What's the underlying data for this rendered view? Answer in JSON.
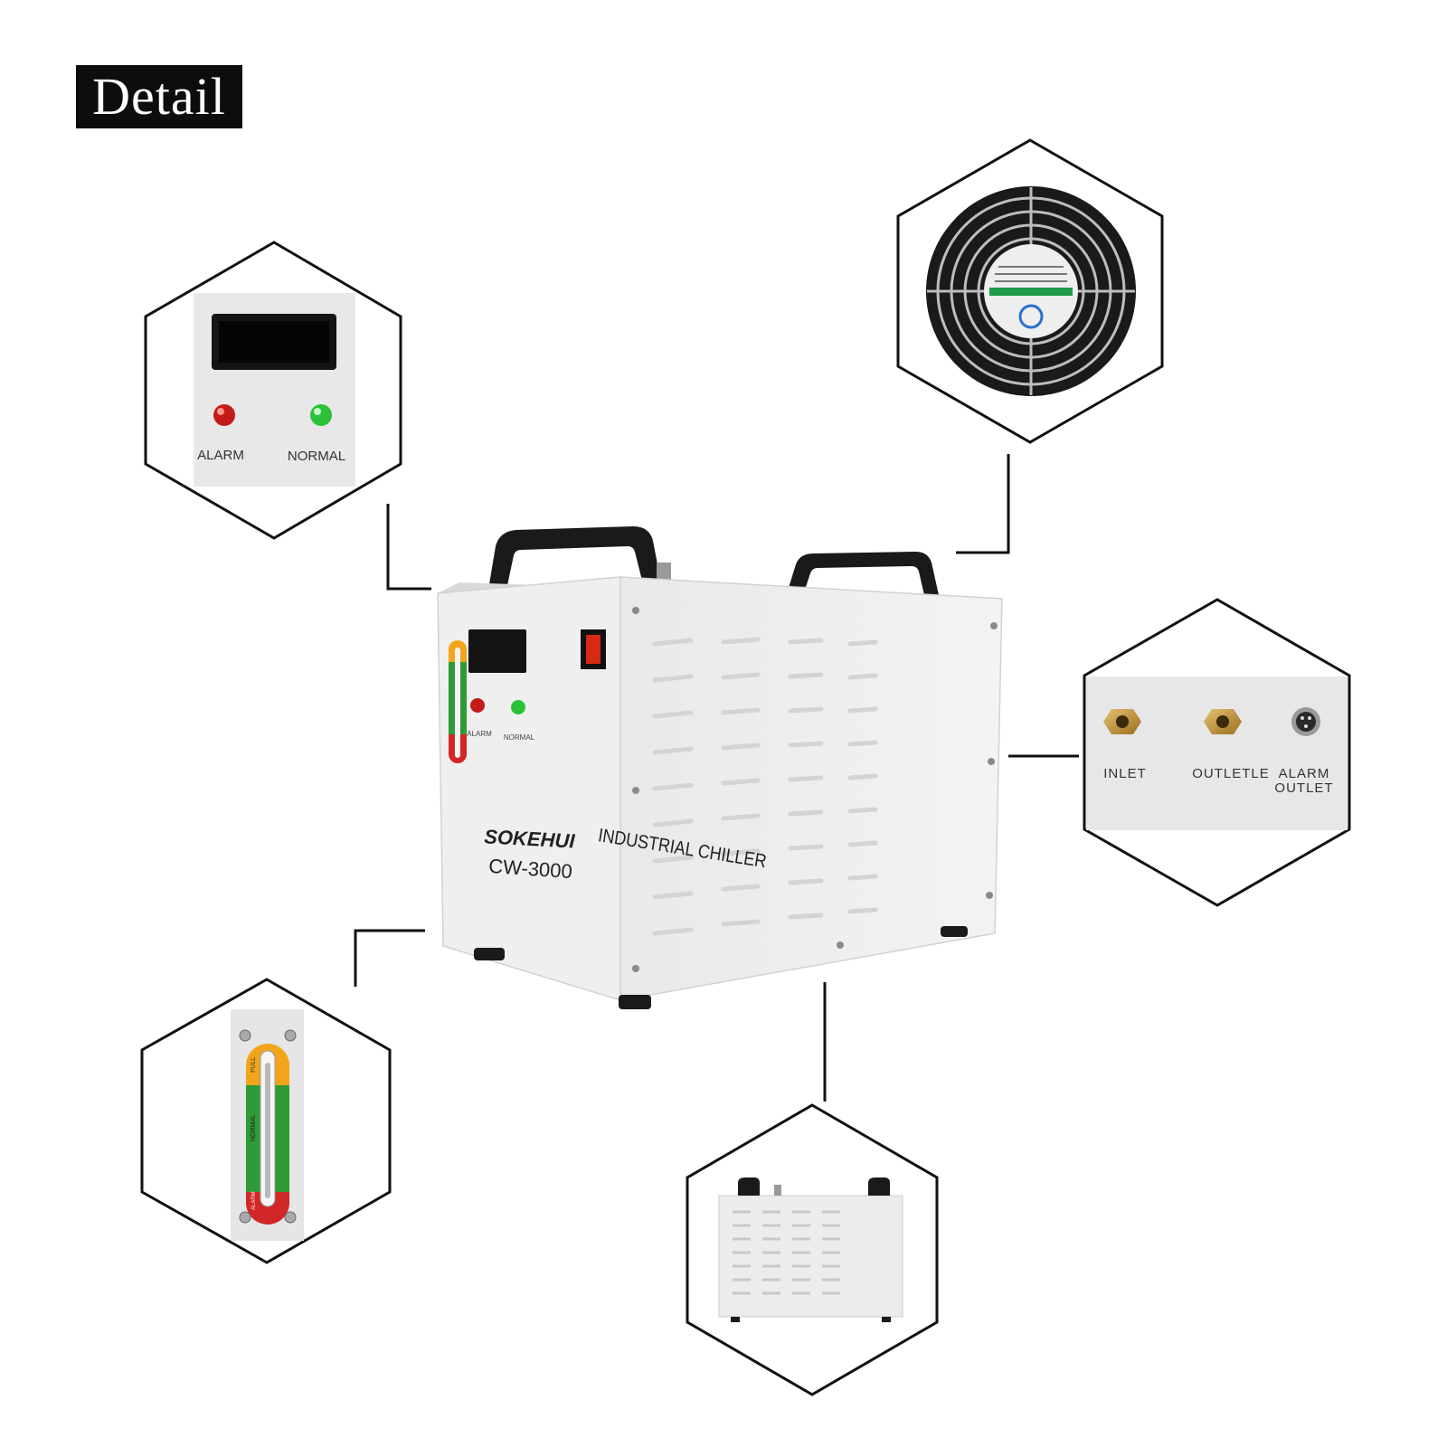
{
  "header": {
    "title": "Detail"
  },
  "product": {
    "brand": "SOKEHUI",
    "model": "CW-3000",
    "type_text": "INDUSTRIAL CHILLER",
    "panel_alarm": "ALARM",
    "panel_normal": "NORMAL"
  },
  "details": {
    "control_panel": {
      "alarm_label": "ALARM",
      "normal_label": "NORMAL"
    },
    "rear_ports": {
      "inlet_label": "INLET",
      "outlet_label": "OUTLETLE",
      "alarm_outlet_label_1": "ALARM",
      "alarm_outlet_label_2": "OUTLET"
    },
    "water_gauge": {
      "full_label": "FULL",
      "normal_label": "NORMAL",
      "alarm_label": "ALARM"
    }
  },
  "colors": {
    "hex_stroke": "#111111",
    "body": "#ececec",
    "handle": "#1a1a1a",
    "alarm_led": "#c41a1a",
    "normal_led": "#2bc23a",
    "brass": "#b8882e"
  }
}
